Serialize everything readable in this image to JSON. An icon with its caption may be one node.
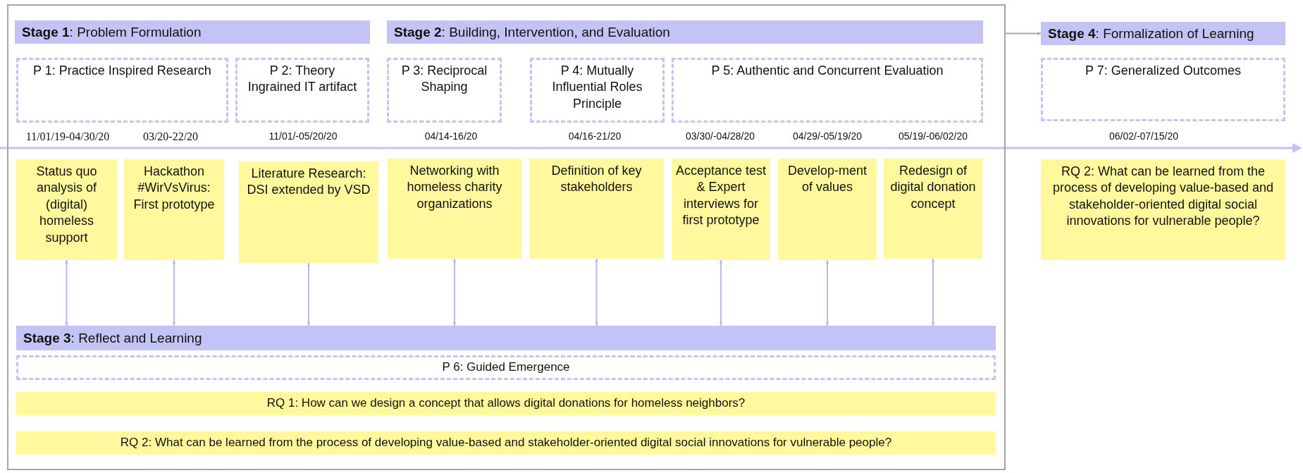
{
  "diagram": {
    "nodes": [
      {
        "text": [],
        "shape": "box"
      },
      {
        "text": [
          "**Stage 1**: Problem Formulation"
        ],
        "in": 0
      },
      {
        "text": [
          "**Stage 2**: Building, Intervention, and Evaluation"
        ],
        "in": 0
      },
      {
        "text": [
          "**Stage 4**: Formalization of Learning"
        ]
      },
      {
        "text": [
          "P 1: Practice Inspired Research"
        ],
        "in": 0
      },
      {
        "text": [
          "P 2: Theory Ingrained IT artifact"
        ],
        "in": 0
      },
      {
        "text": [
          "P 3: Reciprocal Shaping"
        ],
        "in": 0
      },
      {
        "text": [
          "P 4: Mutually Influential Roles Principle"
        ],
        "in": 0
      },
      {
        "text": [
          "P 5: Authentic and Concurrent Evaluation"
        ],
        "in": 0
      },
      {
        "text": [
          "P 7: Generalized Outcomes"
        ]
      },
      {
        "text": [
          "Status quo analysis of (digital) homeless support"
        ],
        "in": 0
      },
      {
        "text": [
          "Hackathon #WirVsVirus: First prototype"
        ],
        "in": 0
      },
      {
        "text": [
          "Literature Research: DSI extended by VSD"
        ],
        "in": 0
      },
      {
        "text": [
          "Networking with homeless charity organizations"
        ],
        "in": 0
      },
      {
        "text": [
          "Definition of key stakeholders"
        ],
        "in": 0
      },
      {
        "text": [
          "Acceptance test & Expert interviews for first prototype"
        ],
        "in": 0
      },
      {
        "text": [
          "Develop-ment of values"
        ],
        "in": 0
      },
      {
        "text": [
          "Redesign of digital donation concept"
        ],
        "in": 0
      },
      {
        "text": [
          "RQ 2: What can be learned from the process of developing value-based and stakeholder-oriented digital social innovations for vulnerable people?"
        ]
      },
      {
        "text": [
          "**Stage 3**: Reflect and Learning"
        ],
        "in": 0
      },
      {
        "text": [
          "P 6: Guided Emergence"
        ],
        "in": 0
      },
      {
        "text": [
          "RQ 1: How can we design a concept that allows digital donations for homeless neighbors?"
        ],
        "in": 0
      },
      {
        "text": [
          "RQ 2: What can be learned from the process of developing value-based and stakeholder-oriented digital social innovations for vulnerable people?"
        ],
        "in": 0
      }
    ],
    "edges": [
      {
        "from": 0,
        "to": 3,
        "arrow": "to",
        "color": "#a6a6a6"
      },
      {
        "from": 10,
        "to": 19,
        "arrow": "both"
      },
      {
        "from": 11,
        "to": 19,
        "arrow": "both"
      },
      {
        "from": 12,
        "to": 19,
        "arrow": "both"
      },
      {
        "from": 13,
        "to": 19,
        "arrow": "both"
      },
      {
        "from": 14,
        "to": 19,
        "arrow": "both"
      },
      {
        "from": 15,
        "to": 19,
        "arrow": "both"
      },
      {
        "from": 16,
        "to": 19,
        "arrow": "both"
      },
      {
        "from": 17,
        "to": 19,
        "arrow": "both"
      }
    ],
    "labels": [
      "11/01/19-04/30/20",
      "03/20-22/20",
      "11/01/-05/20/20",
      "04/14-16/20",
      "04/16-21/20",
      "03/30/-04/28/20",
      "04/29/-05/19/20",
      "05/19/-06/02/20",
      "06/02/-07/15/20"
    ]
  }
}
